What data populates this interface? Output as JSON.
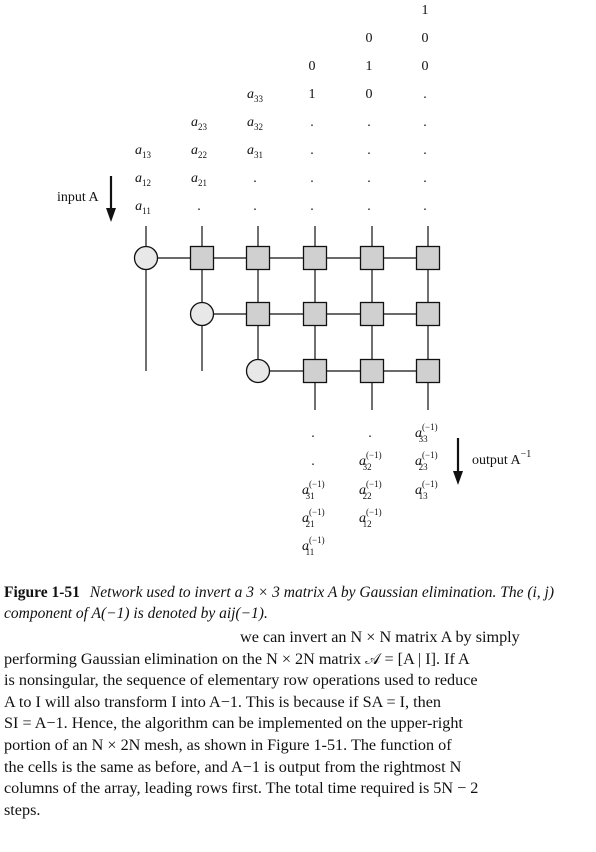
{
  "figure": {
    "input_label": "input A",
    "output_label": "output A",
    "output_sup": "−1",
    "input_columns": [
      [
        "a13",
        "a12",
        "a11"
      ],
      [
        "a23",
        "a22",
        "a21",
        "."
      ],
      [
        "a33",
        "a32",
        "a31",
        ".",
        "."
      ],
      [
        "0",
        "1",
        ".",
        ".",
        ".",
        "."
      ],
      [
        "0",
        "1",
        "0",
        ".",
        ".",
        ".",
        "."
      ],
      [
        "1",
        "0",
        "0",
        ".",
        ".",
        ".",
        ".",
        "."
      ]
    ],
    "output_columns": [
      [
        ".",
        ".",
        "a31",
        "a21",
        "a11"
      ],
      [
        ".",
        "a32",
        "a22",
        "a12"
      ],
      [
        "a33",
        "a23",
        "a13"
      ]
    ],
    "output_sup_label": "(−1)"
  },
  "caption": {
    "label": "Figure 1-51",
    "text": "Network used to invert a 3 × 3 matrix A by Gaussian elimination. The (i, j) component of A(−1) is denoted by aij(−1)."
  },
  "body": {
    "lines": [
      "we can invert an N × N matrix A by simply",
      "performing Gaussian elimination on the N × 2N matrix 𝒜 = [A | I]. If A",
      "is nonsingular, the sequence of elementary row operations used to reduce",
      "A to I will also transform I into A−1. This is because if SA = I, then",
      "SI = A−1. Hence, the algorithm can be implemented on the upper-right",
      "portion of an N × 2N mesh, as shown in Figure 1-51. The function of",
      "the cells is the same as before, and A−1 is output from the rightmost N",
      "columns of the array, leading rows first. The total time required is 5N − 2",
      "steps."
    ]
  }
}
